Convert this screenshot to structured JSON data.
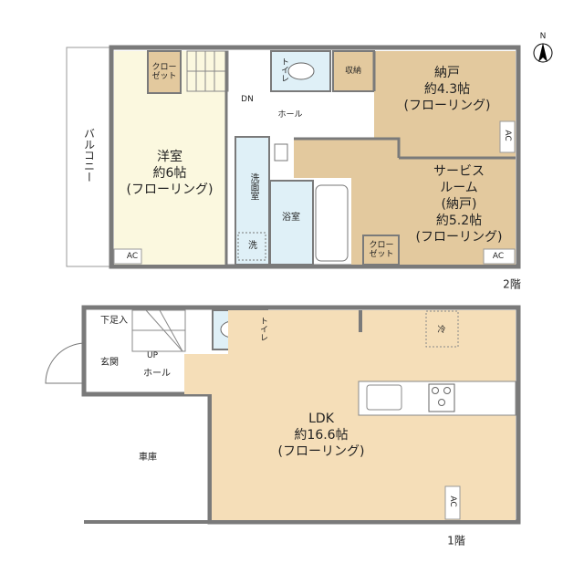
{
  "colors": {
    "tan": "#e3c99e",
    "yellow": "#fbf8df",
    "blue": "#dff0f7",
    "wall": "#7a7a7a"
  },
  "compass": {
    "north": "N"
  },
  "floor2": {
    "label": "2階",
    "balcony": "バルコニー",
    "western_room": {
      "name": "洋室",
      "size": "約6帖",
      "floor": "(フローリング)"
    },
    "closet_a": "クロー\nゼット",
    "stairs_dn": "DN",
    "toilet": "トイレ",
    "storage": "収納",
    "hall": "ホール",
    "nando": {
      "name": "納戸",
      "size": "約4.3帖",
      "floor": "(フローリング)"
    },
    "washroom": "洗面室",
    "washer": "洗",
    "bathroom": "浴室",
    "service_room": {
      "name1": "サービス",
      "name2": "ルーム",
      "name3": "(納戸)",
      "size": "約5.2帖",
      "floor": "(フローリング)"
    },
    "closet_b": "クロー\nゼット",
    "ac": "AC"
  },
  "floor1": {
    "label": "1階",
    "shoe_storage": "下足入",
    "entrance": "玄関",
    "stairs_up": "UP",
    "hall": "ホール",
    "toilet": "トイレ",
    "fridge": "冷",
    "ldk": {
      "name": "LDK",
      "size": "約16.6帖",
      "floor": "(フローリング)"
    },
    "garage": "車庫",
    "ac": "AC"
  }
}
